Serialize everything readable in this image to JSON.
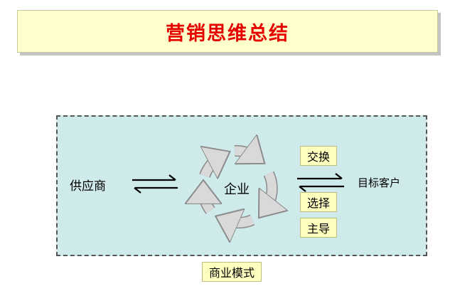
{
  "title": "营销思维总结",
  "supplier": "供应商",
  "enterprise": "企业",
  "target_customer": "目标客户",
  "actions": [
    "交换",
    "选择",
    "主导"
  ],
  "business_model": "商业模式",
  "colors": {
    "title": "#e60000",
    "title_bg": "#ffffcc",
    "model_bg": "#cfeaea",
    "label_bg": "#ffffc0",
    "cycle_fill": "#d9d9d9"
  }
}
